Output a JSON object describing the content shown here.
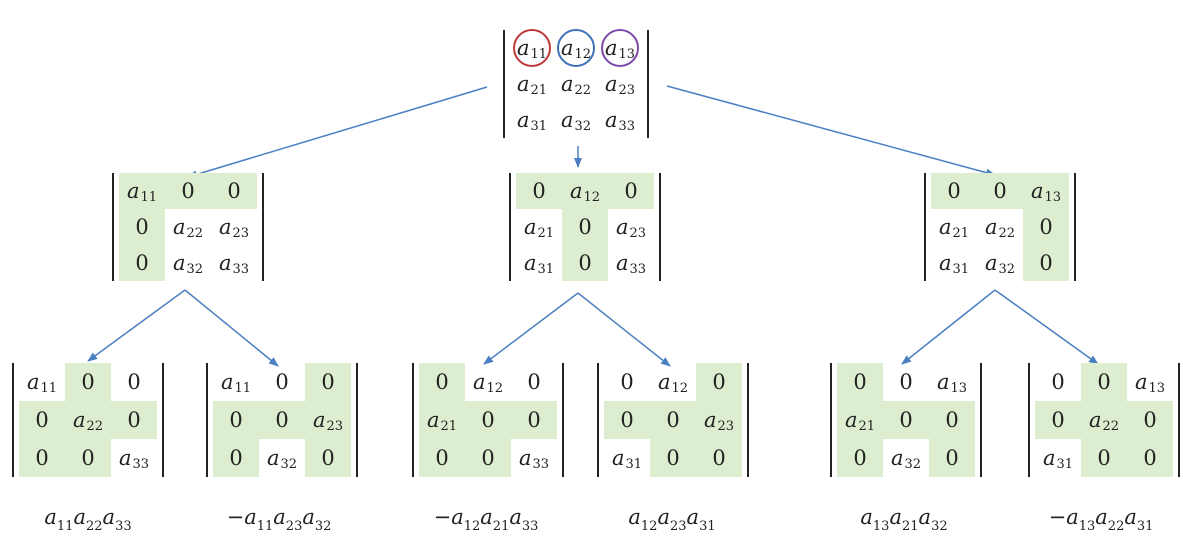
{
  "colors": {
    "highlight": "#dceecf",
    "arrow": "#4a7fc1",
    "ring_a11": "#c0393b",
    "ring_a12": "#3d72b8",
    "ring_a13": "#7c4da8"
  },
  "top_determinant": [
    [
      "a11",
      "a12",
      "a13"
    ],
    [
      "a21",
      "a22",
      "a23"
    ],
    [
      "a31",
      "a32",
      "a33"
    ]
  ],
  "level2": [
    {
      "matrix": [
        [
          "a11",
          "0",
          "0"
        ],
        [
          "0",
          "a22",
          "a23"
        ],
        [
          "0",
          "a32",
          "a33"
        ]
      ]
    },
    {
      "matrix": [
        [
          "0",
          "a12",
          "0"
        ],
        [
          "a21",
          "0",
          "a23"
        ],
        [
          "a31",
          "0",
          "a33"
        ]
      ]
    },
    {
      "matrix": [
        [
          "0",
          "0",
          "a13"
        ],
        [
          "a21",
          "a22",
          "0"
        ],
        [
          "a31",
          "a32",
          "0"
        ]
      ]
    }
  ],
  "level3": [
    {
      "matrix": [
        [
          "a11",
          "0",
          "0"
        ],
        [
          "0",
          "a22",
          "0"
        ],
        [
          "0",
          "0",
          "a33"
        ]
      ],
      "formula": "a11a22a33"
    },
    {
      "matrix": [
        [
          "a11",
          "0",
          "0"
        ],
        [
          "0",
          "0",
          "a23"
        ],
        [
          "0",
          "a32",
          "0"
        ]
      ],
      "formula": "−a11a23a32"
    },
    {
      "matrix": [
        [
          "0",
          "a12",
          "0"
        ],
        [
          "a21",
          "0",
          "0"
        ],
        [
          "0",
          "0",
          "a33"
        ]
      ],
      "formula": "−a12a21a33"
    },
    {
      "matrix": [
        [
          "0",
          "a12",
          "0"
        ],
        [
          "0",
          "0",
          "a23"
        ],
        [
          "a31",
          "0",
          "0"
        ]
      ],
      "formula": "a12a23a31"
    },
    {
      "matrix": [
        [
          "0",
          "0",
          "a13"
        ],
        [
          "a21",
          "0",
          "0"
        ],
        [
          "0",
          "a32",
          "0"
        ]
      ],
      "formula": "a13a21a32"
    },
    {
      "matrix": [
        [
          "0",
          "0",
          "a13"
        ],
        [
          "0",
          "a22",
          "0"
        ],
        [
          "a31",
          "0",
          "0"
        ]
      ],
      "formula": "−a13a22a31"
    }
  ]
}
